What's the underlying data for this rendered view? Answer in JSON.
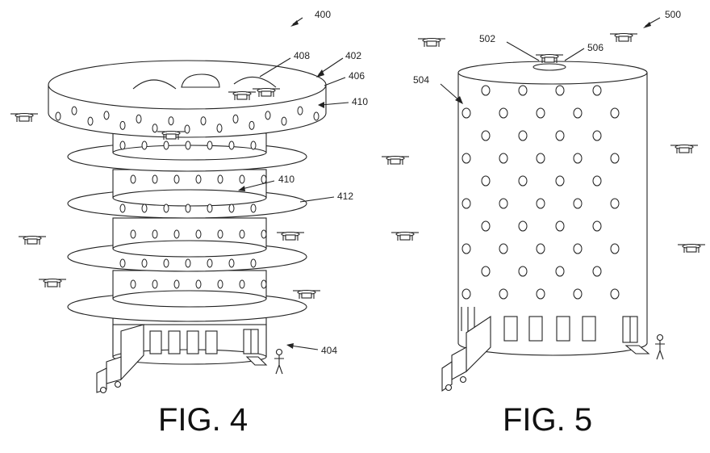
{
  "figures": [
    {
      "caption": "FIG. 4",
      "refs": {
        "overall": "400",
        "top_disc": "402",
        "base": "404",
        "edge": "406",
        "openings": "408",
        "upper_ports": "410",
        "middle_ports": "410",
        "platform": "412"
      }
    },
    {
      "caption": "FIG. 5",
      "refs": {
        "overall": "500",
        "roof_port": "502",
        "body": "504",
        "drone_on_roof": "506"
      }
    }
  ],
  "icons": {
    "drone": "quadcopter-drone-icon",
    "truck": "delivery-truck-icon",
    "person": "standing-person-icon"
  },
  "colors": {
    "line": "#222222",
    "background": "#ffffff"
  }
}
